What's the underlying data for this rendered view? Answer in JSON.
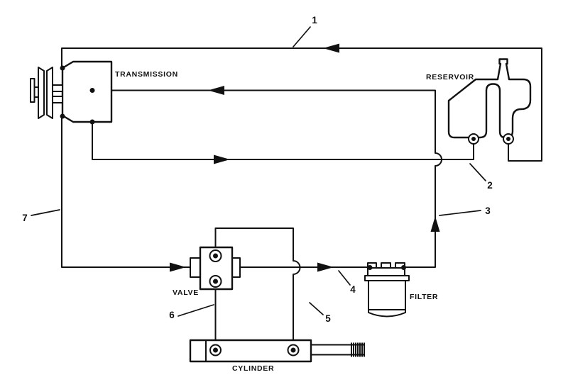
{
  "figure": {
    "type": "hydraulic-circuit-schematic",
    "colors": {
      "line": "#111111",
      "background": "#ffffff"
    },
    "labels": {
      "transmission": "TRANSMISSION",
      "reservoir": "RESERVOIR",
      "valve": "VALVE",
      "filter": "FILTER",
      "cylinder": "CYLINDER"
    },
    "callouts": {
      "1": "1",
      "2": "2",
      "3": "3",
      "4": "4",
      "5": "5",
      "6": "6",
      "7": "7"
    }
  }
}
